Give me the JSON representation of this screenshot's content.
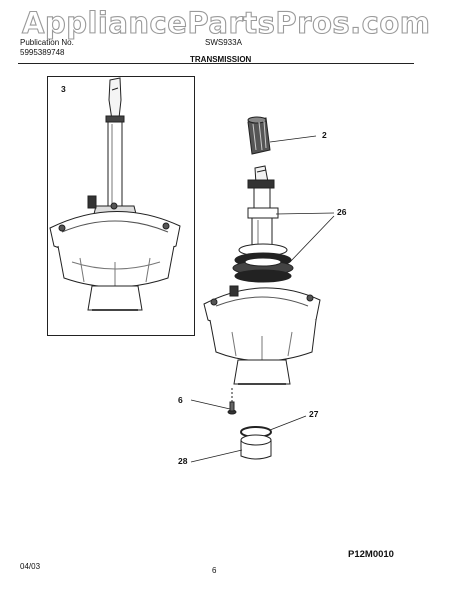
{
  "watermark": "AppliancePartsPros.com",
  "header": {
    "publication_label": "Publication No.",
    "publication_number": "5995389748",
    "model": "SWS933A",
    "section_title": "TRANSMISSION"
  },
  "callouts": {
    "inset": "3",
    "cap": "2",
    "seal_kit": "26",
    "screw": "6",
    "ring": "27",
    "cup": "28"
  },
  "footer": {
    "date": "04/03",
    "page": "6",
    "code": "P12M0010"
  }
}
